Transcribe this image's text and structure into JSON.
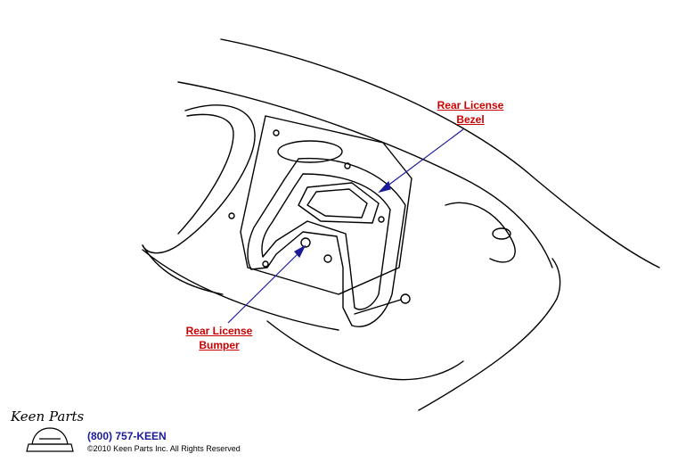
{
  "callouts": {
    "bezel": {
      "line1": "Rear License",
      "line2": "Bezel"
    },
    "bumper": {
      "line1": "Rear License",
      "line2": "Bumper"
    }
  },
  "footer": {
    "phone": "(800) 757-KEEN",
    "copyright": "©2010 Keen Parts Inc. All Rights Reserved"
  },
  "logo": {
    "text": "Keen Parts",
    "icon": "car-front-icon"
  },
  "colors": {
    "callout_text": "#cc0000",
    "leader_line": "#1a1a9a",
    "phone_text": "#1a1a9a",
    "line_art": "#000000"
  }
}
